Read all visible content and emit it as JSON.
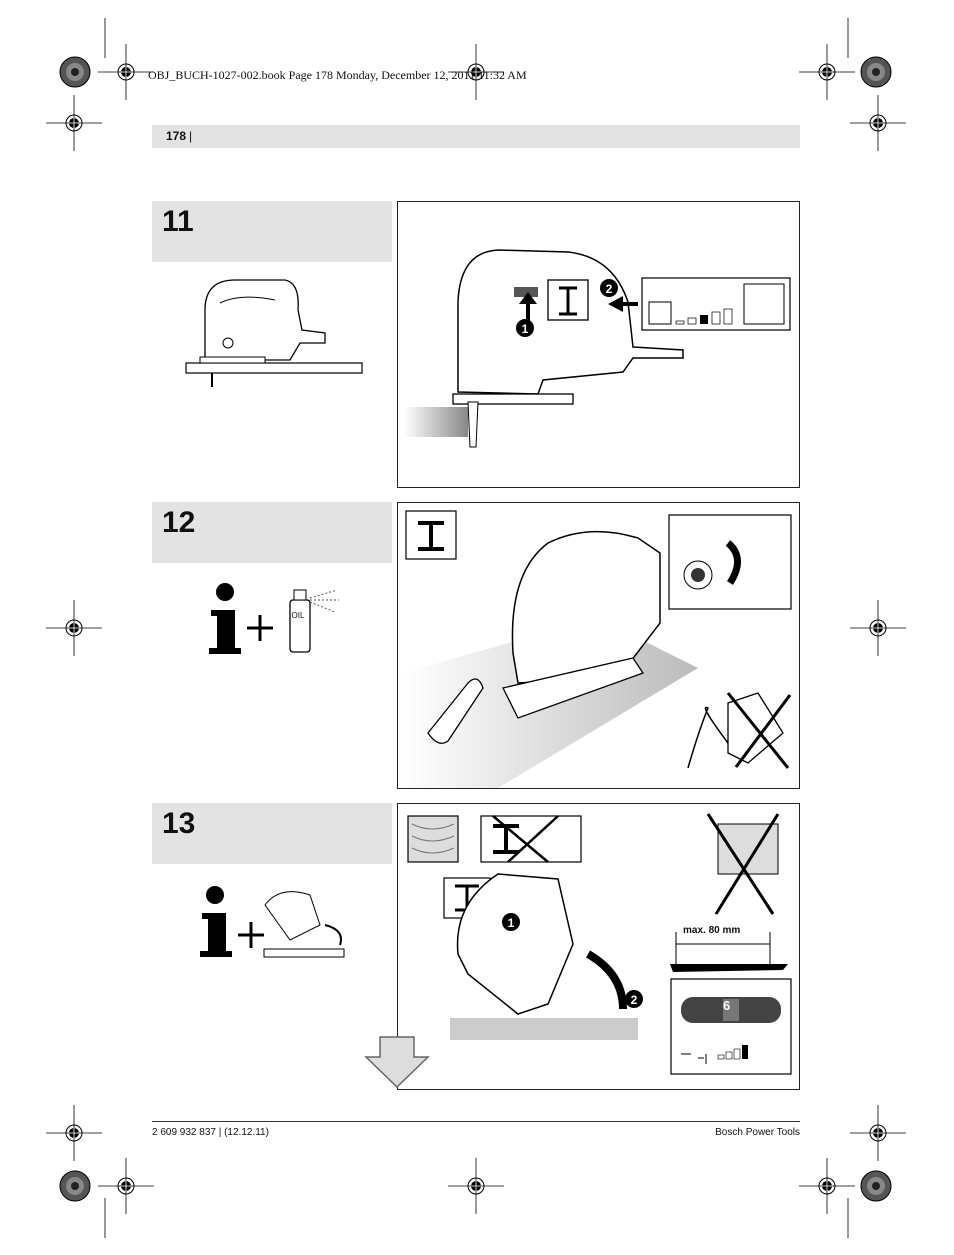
{
  "print_info": "OBJ_BUCH-1027-002.book  Page 178  Monday, December 12, 2011  11:32 AM",
  "header": {
    "page_number": "178",
    "separator": "|"
  },
  "steps": [
    {
      "number": "11"
    },
    {
      "number": "12",
      "oil_label": "OIL"
    },
    {
      "number": "13",
      "dimension_label": "max. 80 mm",
      "dial_value": "6"
    }
  ],
  "footer": {
    "left": "2 609 932 837 | (12.12.11)",
    "right": "Bosch Power Tools"
  },
  "icons": [
    "registration-mark",
    "jigsaw",
    "pendulum-switch",
    "info-icon",
    "oil-bottle",
    "wood-icon",
    "steel-icon",
    "vacuum-cleaner",
    "speed-dial",
    "arrow-down-icon"
  ]
}
